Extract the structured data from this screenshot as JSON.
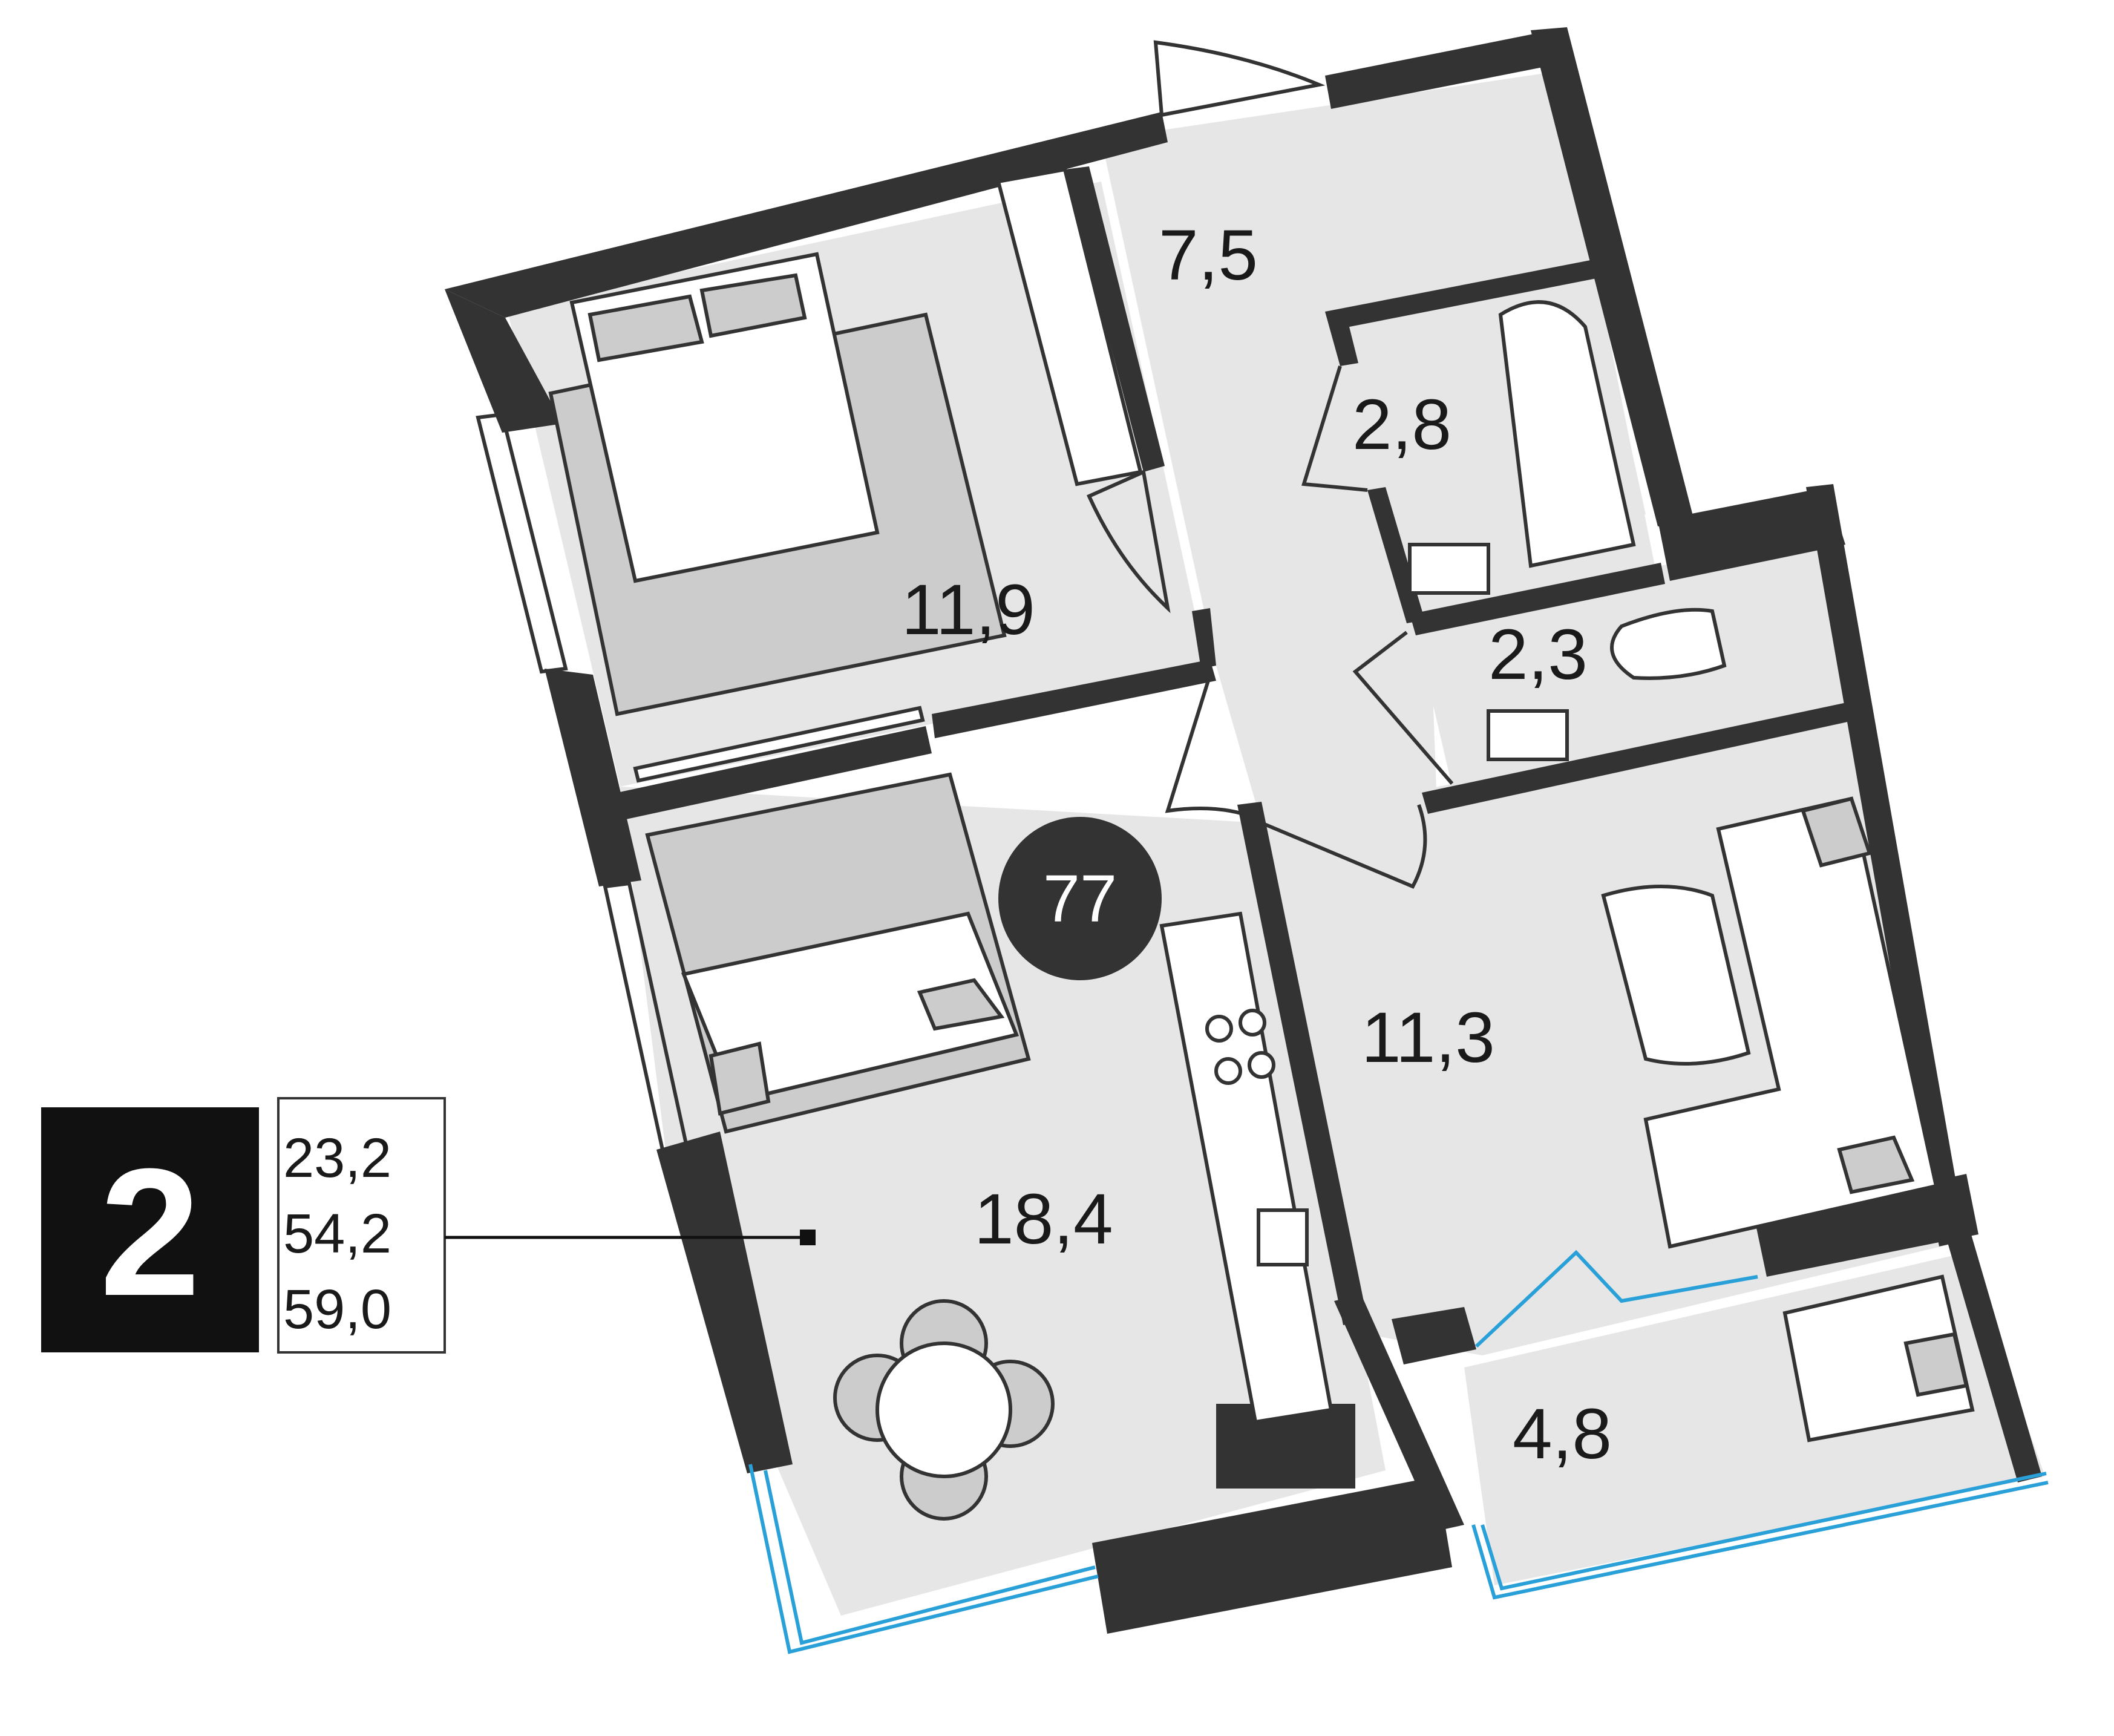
{
  "apartment": {
    "number": "77",
    "rooms_count": "2",
    "areas": [
      "23,2",
      "54,2",
      "59,0"
    ]
  },
  "rooms": [
    {
      "id": "hall",
      "area": "7,5"
    },
    {
      "id": "bathroom",
      "area": "2,8"
    },
    {
      "id": "wc",
      "area": "2,3"
    },
    {
      "id": "bedroom",
      "area": "11,9"
    },
    {
      "id": "living",
      "area": "11,3"
    },
    {
      "id": "kitchen",
      "area": "18,4"
    },
    {
      "id": "balcony",
      "area": "4,8"
    }
  ],
  "colors": {
    "wall": "#333333",
    "floor": "#e6e6e6",
    "glazing": "#2aa0d8",
    "badge": "#333333"
  }
}
